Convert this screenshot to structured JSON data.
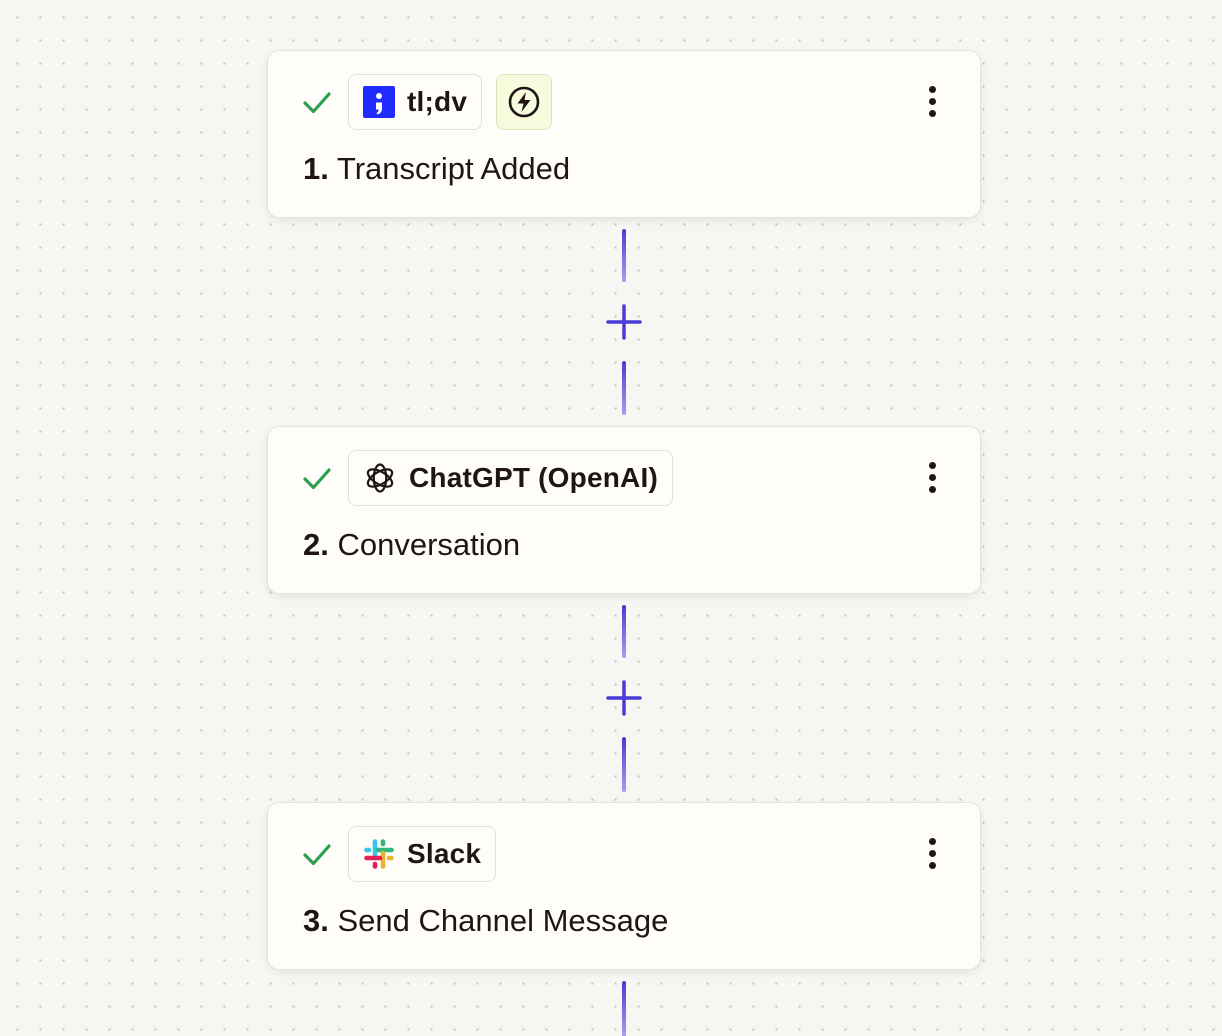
{
  "steps": [
    {
      "app_name": "tl;dv",
      "app_icon": "tldv-logo-icon",
      "app_color": "#1f2bff",
      "trigger_icon": "lightning-bolt-icon",
      "number": "1.",
      "title": "Transcript Added",
      "status_icon": "checkmark-icon"
    },
    {
      "app_name": "ChatGPT (OpenAI)",
      "app_icon": "openai-logo-icon",
      "number": "2.",
      "title": "Conversation",
      "status_icon": "checkmark-icon"
    },
    {
      "app_name": "Slack",
      "app_icon": "slack-logo-icon",
      "number": "3.",
      "title": "Send Channel Message",
      "status_icon": "checkmark-icon"
    }
  ],
  "colors": {
    "success_green": "#2e9f4f",
    "connector_accent": "#4a3bd6",
    "trigger_bg": "#f5fbdc",
    "card_bg": "#fffdf9",
    "text": "#201515"
  },
  "actions": {
    "add_step_icon": "plus-icon",
    "more_menu_icon": "vertical-dots-icon"
  }
}
